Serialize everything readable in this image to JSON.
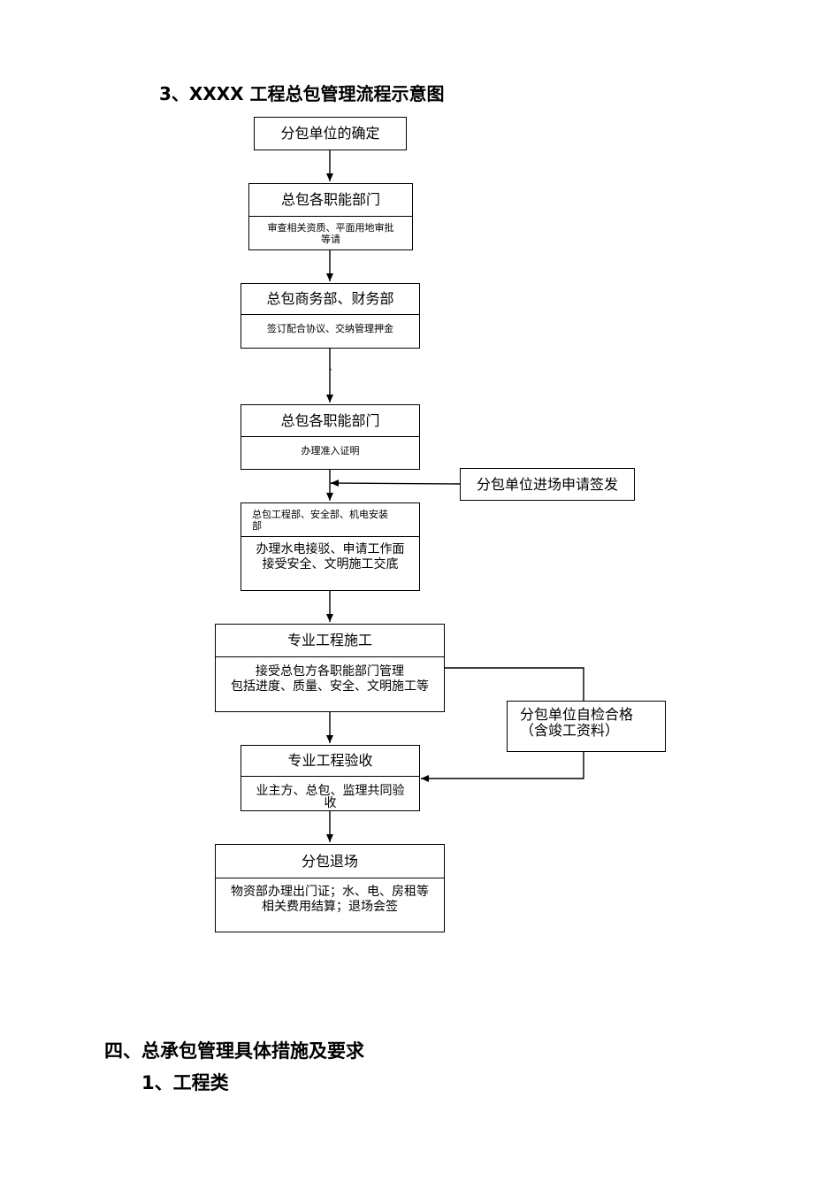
{
  "section_title": "3、XXXX 工程总包管理流程示意图",
  "nodes": {
    "n1": {
      "title": "分包单位的确定"
    },
    "n2": {
      "title": "总包各职能部门",
      "body": [
        "审查相关资质、平面用地审批",
        "等请"
      ]
    },
    "n3": {
      "title": "总包商务部、财务部",
      "body": [
        "签订配合协议、交纳管理押金"
      ]
    },
    "n4": {
      "title": "总包各职能部门",
      "body": [
        "办理准入证明"
      ]
    },
    "side1": {
      "title": "分包单位进场申请签发"
    },
    "n5": {
      "title": [
        "总包工程部、安全部、机电安装",
        "部"
      ],
      "body": [
        "办理水电接驳、申请工作面",
        "接受安全、文明施工交底"
      ]
    },
    "n6": {
      "title": "专业工程施工",
      "body": [
        "接受总包方各职能部门管理",
        "包括进度、质量、安全、文明施工等"
      ]
    },
    "side2": {
      "lines": [
        "分包单位自检合格",
        "（含竣工资料）"
      ]
    },
    "n7": {
      "title": "专业工程验收",
      "body": [
        "业主方、总包、监理共同验",
        "收"
      ]
    },
    "n8": {
      "title": "分包退场",
      "body": [
        "物资部办理出门证；水、电、房租等",
        "相关费用结算；退场会签"
      ]
    }
  },
  "chapter_heading": "四、总承包管理具体措施及要求",
  "sub_heading": "1、工程类",
  "stray_mark": "、"
}
